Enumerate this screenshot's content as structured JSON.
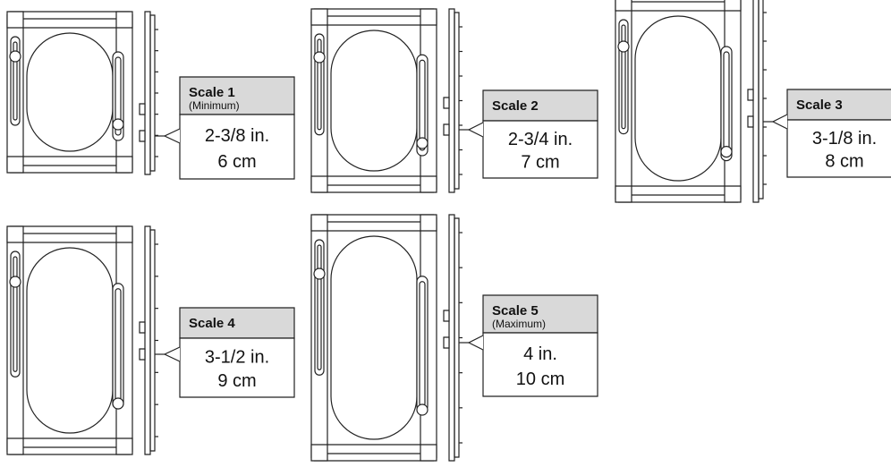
{
  "colors": {
    "line": "#222222",
    "label_header_bg": "#d9d9d9",
    "background": "#ffffff"
  },
  "scales": [
    {
      "title": "Scale 1",
      "subtitle": "(Minimum)",
      "inches": "2-3/8 in.",
      "cm": "6 cm"
    },
    {
      "title": "Scale 2",
      "subtitle": "",
      "inches": "2-3/4 in.",
      "cm": "7 cm"
    },
    {
      "title": "Scale 3",
      "subtitle": "",
      "inches": "3-1/8 in.",
      "cm": "8 cm"
    },
    {
      "title": "Scale 4",
      "subtitle": "",
      "inches": "3-1/2 in.",
      "cm": "9 cm"
    },
    {
      "title": "Scale 5",
      "subtitle": "(Maximum)",
      "inches": "4 in.",
      "cm": "10 cm"
    }
  ]
}
